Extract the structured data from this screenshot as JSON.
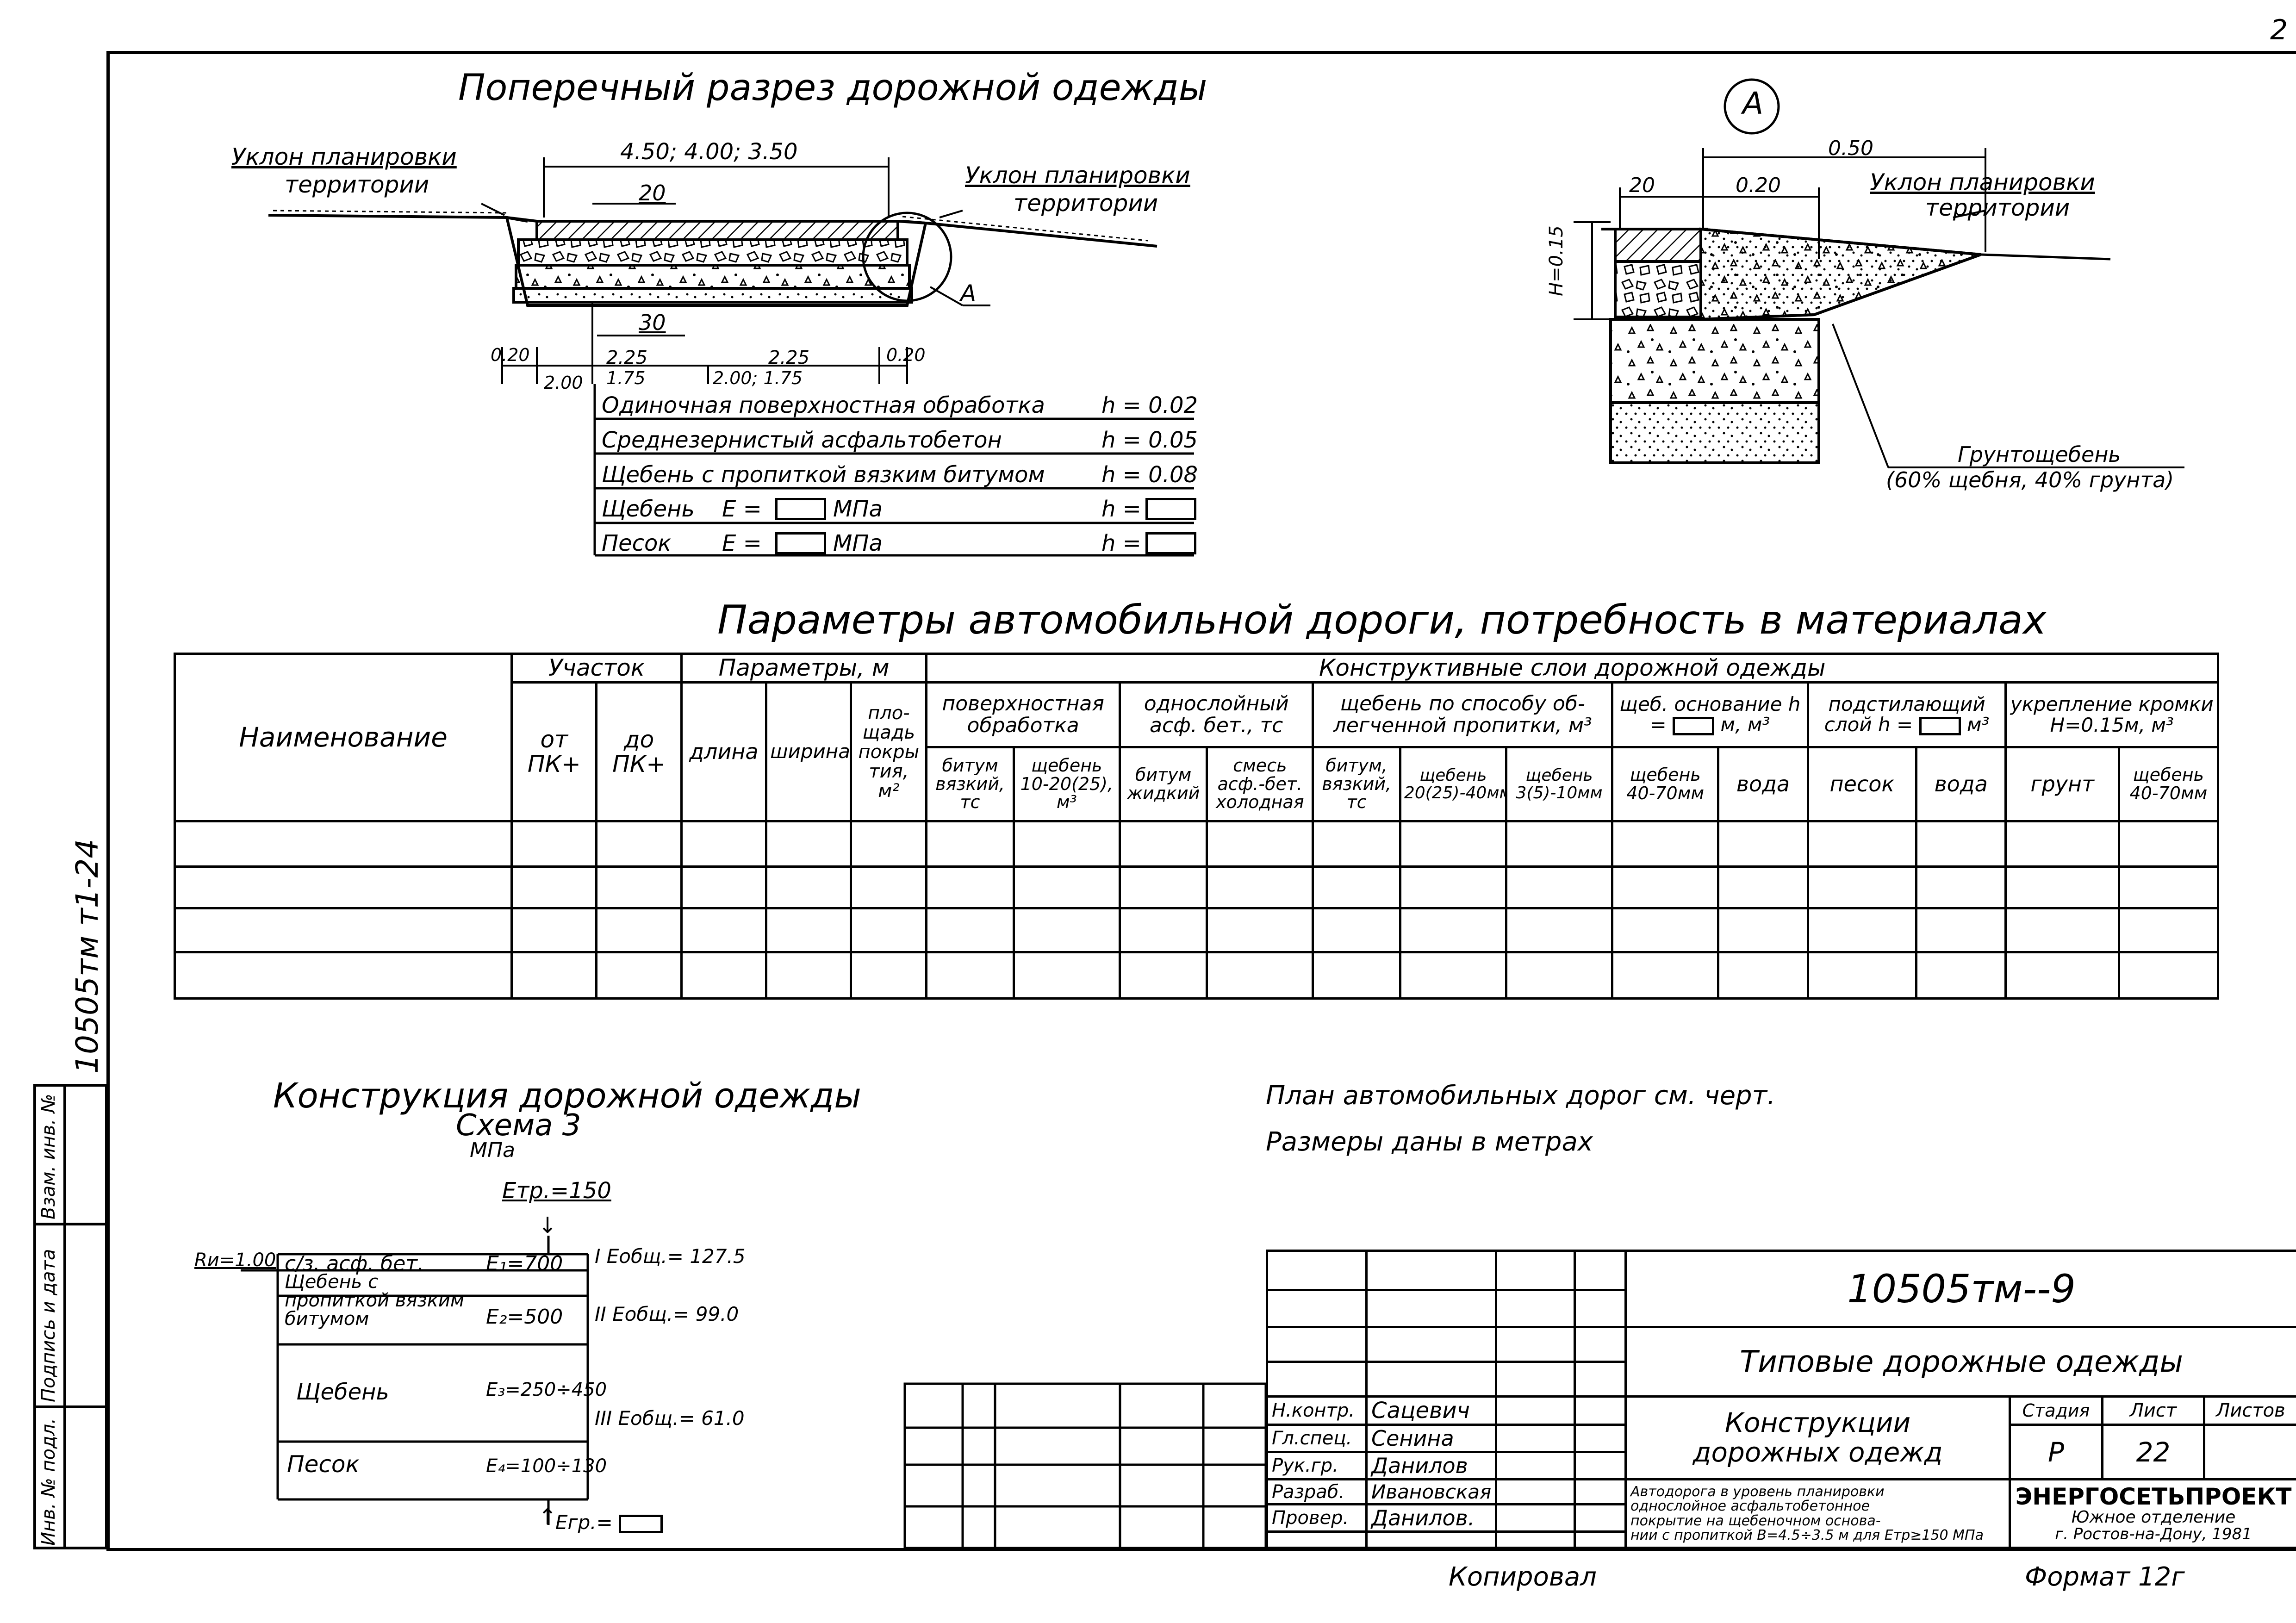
{
  "corner_number": "2",
  "section": {
    "title": "Поперечный разрез дорожной одежды",
    "slope_left": [
      "Уклон планировки",
      "территории"
    ],
    "slope_right": [
      "Уклон планировки",
      "территории"
    ],
    "width_dims": "4.50; 4.00; 3.50",
    "slope_top": "20",
    "slope_bottom": "30",
    "callout": "А",
    "dims_bottom": [
      "0.20",
      "2.00",
      "2.25",
      "1.75",
      "2.25",
      "2.00; 1.75",
      "0.20"
    ],
    "layers": [
      {
        "name": "Одиночная поверхностная обработка",
        "h": "h = 0.02"
      },
      {
        "name": "Среднезернистый асфальтобетон",
        "h": "h = 0.05"
      },
      {
        "name": "Щебень с пропиткой вязким битумом",
        "h": "h = 0.08"
      },
      {
        "name": "Щебень",
        "e": "E =",
        "unit": "МПа",
        "h": "h ="
      },
      {
        "name": "Песок",
        "e": "E =",
        "unit": "МПа",
        "h": "h ="
      }
    ]
  },
  "detail": {
    "label": "А",
    "dim_total": "0.50",
    "dim_left": "20",
    "dim_mid": "0.20",
    "height": "H=0.15",
    "slope": [
      "Уклон планировки",
      "территории"
    ],
    "soil": [
      "Грунтощебень",
      "(60% щебня, 40% грунта)"
    ]
  },
  "table": {
    "title": "Параметры автомобильной дороги, потребность в материалах",
    "h_name": "Наименование",
    "h_section": "Участок",
    "h_from": [
      "от",
      "ПК+"
    ],
    "h_to": [
      "до",
      "ПК+"
    ],
    "h_params": "Параметры, м",
    "h_length": "длина",
    "h_width": "ширина",
    "h_area": [
      "пло-",
      "щадь",
      "покры",
      "тия,",
      "м²"
    ],
    "h_layers": "Конструктивные слои дорожной одежды",
    "g1": [
      "поверхностная",
      "обработка"
    ],
    "g2": [
      "однослойный",
      "асф. бет., тс"
    ],
    "g3": [
      "щебень по способу об-",
      "легченной пропитки, м³"
    ],
    "g4": "щеб. основание h =",
    "g4_unit": "м, м³",
    "g5": "подстилающий слой h =",
    "g5_unit": "м³",
    "g6": "укрепление кромки H=0.15м, м³",
    "c1": [
      "битум",
      "вязкий,",
      "тс"
    ],
    "c2": [
      "щебень",
      "10-20(25),",
      "м³"
    ],
    "c3": [
      "битум",
      "жидкий"
    ],
    "c4": [
      "смесь",
      "асф.-бет.",
      "холодная"
    ],
    "c5": [
      "битум,",
      "вязкий,",
      "тс"
    ],
    "c6": [
      "щебень",
      "20(25)-40мм"
    ],
    "c7": [
      "щебень",
      "3(5)-10мм"
    ],
    "c8": [
      "щебень",
      "40-70мм"
    ],
    "c9": "вода",
    "c10": "песок",
    "c11": "вода",
    "c12": "грунт",
    "c13": [
      "щебень",
      "40-70мм"
    ]
  },
  "construction": {
    "title": "Конструкция дорожной одежды",
    "scheme": "Схема 3",
    "unit": "МПа",
    "etr_top": "Eтр.=150",
    "ru": "Rи=1.00",
    "rows": [
      {
        "name": "с/з. асф. бет.",
        "e": "E₁=700",
        "eobsh": "I Eобщ.= 127.5"
      },
      {
        "name": "Щебень с пропиткой вязким битумом",
        "e": "E₂=500",
        "eobsh": "II Eобщ.= 99.0"
      },
      {
        "name": "Щебень",
        "e": "E₃=250÷450",
        "eobsh": "III Eобщ.= 61.0"
      },
      {
        "name": "Песок",
        "e": "E₄=100÷130",
        "eobsh": ""
      }
    ],
    "etr_bottom": "Eгр.="
  },
  "notes": [
    "План автомобильных дорог см. черт.",
    "Размеры даны в метрах"
  ],
  "title_block": {
    "doc_number": "10505тм--9",
    "series": "Типовые дорожные одежды",
    "sheet_title": [
      "Конструкции",
      "дорожных одежд"
    ],
    "stage_label": "Стадия",
    "stage": "Р",
    "sheet_label": "Лист",
    "sheet": "22",
    "sheets_label": "Листов",
    "description": [
      "Автодорога в уровень планировки",
      "однослойное асфальтобетонное",
      "покрытие на щебеночном основа-",
      "нии с пропиткой B=4.5÷3.5 м для Eтр≥150 МПа"
    ],
    "org": "ЭНЕРГОСЕТЬПРОЕКТ",
    "org_branch": [
      "Южное отделение",
      "г. Ростов-на-Дону, 1981"
    ],
    "staff": [
      {
        "role": "Н.контр.",
        "name": "Сацевич"
      },
      {
        "role": "Гл.спец.",
        "name": "Сенина"
      },
      {
        "role": "Рук.гр.",
        "name": "Данилов"
      },
      {
        "role": "Разраб.",
        "name": "Ивановская"
      },
      {
        "role": "Провер.",
        "name": "Данилов."
      }
    ]
  },
  "side": {
    "code": "10505тм т1-24",
    "labels": [
      "Инв. № подл.",
      "Подпись и дата",
      "Взам. инв. №"
    ]
  },
  "footer": {
    "copied": "Копировал",
    "format": "Формат 12г"
  }
}
